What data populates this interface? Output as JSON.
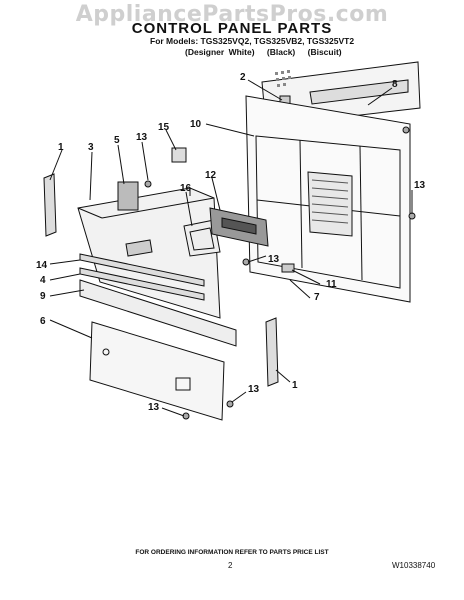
{
  "watermark": "AppliancePartsPros.com",
  "title": "CONTROL PANEL PARTS",
  "models_line": "For Models: TGS325VQ2, TGS325VB2, TGS325VT2",
  "variants": [
    "(Designer White)",
    "(Black)",
    "(Biscuit)"
  ],
  "callouts": {
    "c1a": "1",
    "c1b": "1",
    "c2": "2",
    "c3": "3",
    "c4": "4",
    "c5": "5",
    "c6": "6",
    "c7": "7",
    "c8": "8",
    "c9": "9",
    "c10": "10",
    "c11": "11",
    "c12": "12",
    "c13a": "13",
    "c13b": "13",
    "c13c": "13",
    "c13d": "13",
    "c13e": "13",
    "c14": "14",
    "c15": "15",
    "c16": "16"
  },
  "footer": {
    "order_note": "FOR ORDERING INFORMATION REFER TO PARTS PRICE LIST",
    "page": "2",
    "doc_number": "W10338740"
  }
}
